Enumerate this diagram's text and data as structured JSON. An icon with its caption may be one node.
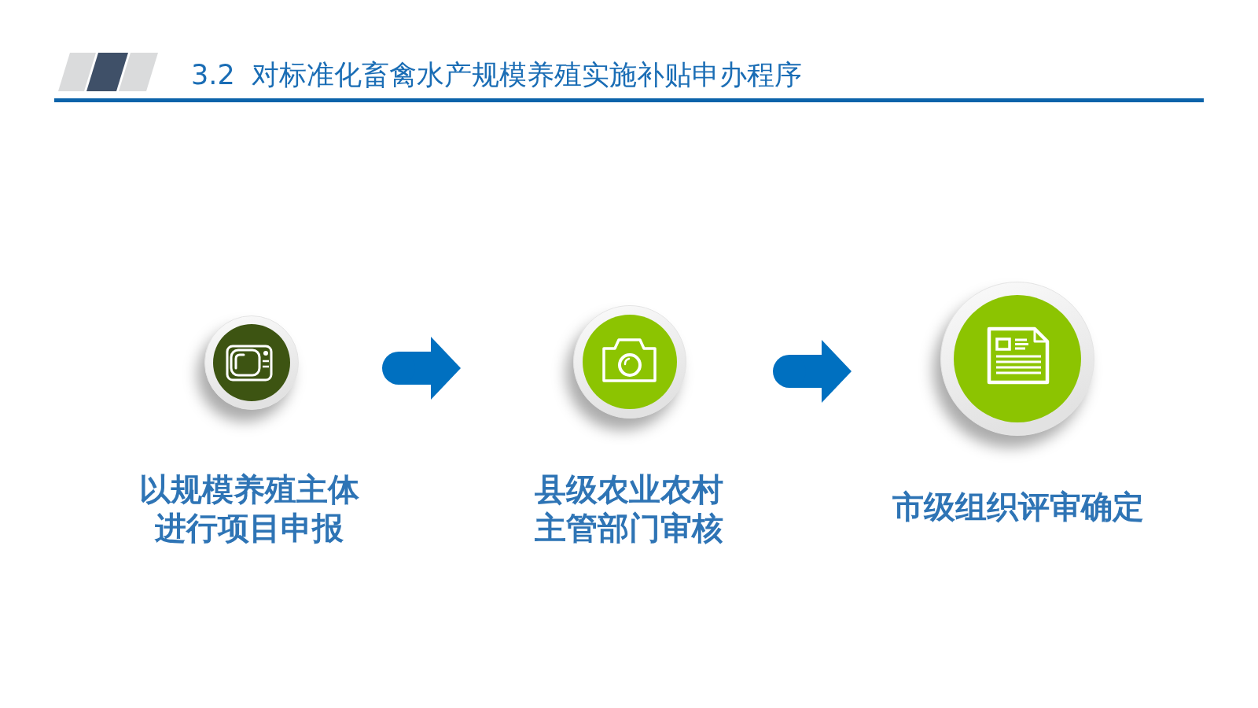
{
  "diagram": {
    "title": "3.2 对标准化畜禽水产规模养殖实施补贴申办程序",
    "nodes": [
      {
        "text": [
          "以规模养殖主体进行项目申报"
        ]
      },
      {
        "text": [
          "县级农业农村主管部门审核"
        ]
      },
      {
        "text": [
          "市级组织评审确定"
        ]
      }
    ],
    "edges": [
      {
        "from": 0,
        "to": 1,
        "arrow": "to"
      },
      {
        "from": 1,
        "to": 2,
        "arrow": "to"
      }
    ]
  }
}
